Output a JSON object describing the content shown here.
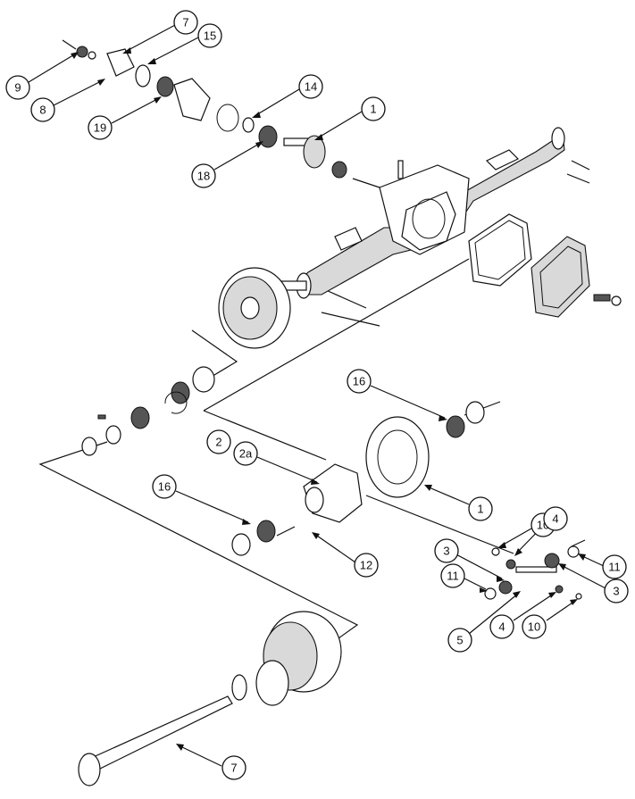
{
  "callouts": [
    {
      "label": "9"
    },
    {
      "label": "7"
    },
    {
      "label": "15"
    },
    {
      "label": "8"
    },
    {
      "label": "19"
    },
    {
      "label": "14"
    },
    {
      "label": "1"
    },
    {
      "label": "18"
    },
    {
      "label": "16"
    },
    {
      "label": "2"
    },
    {
      "label": "2a"
    },
    {
      "label": "1"
    },
    {
      "label": "16"
    },
    {
      "label": "12"
    },
    {
      "label": "10"
    },
    {
      "label": "4"
    },
    {
      "label": "3"
    },
    {
      "label": "11"
    },
    {
      "label": "11"
    },
    {
      "label": "3"
    },
    {
      "label": "5"
    },
    {
      "label": "4"
    },
    {
      "label": "10"
    },
    {
      "label": "7"
    }
  ]
}
